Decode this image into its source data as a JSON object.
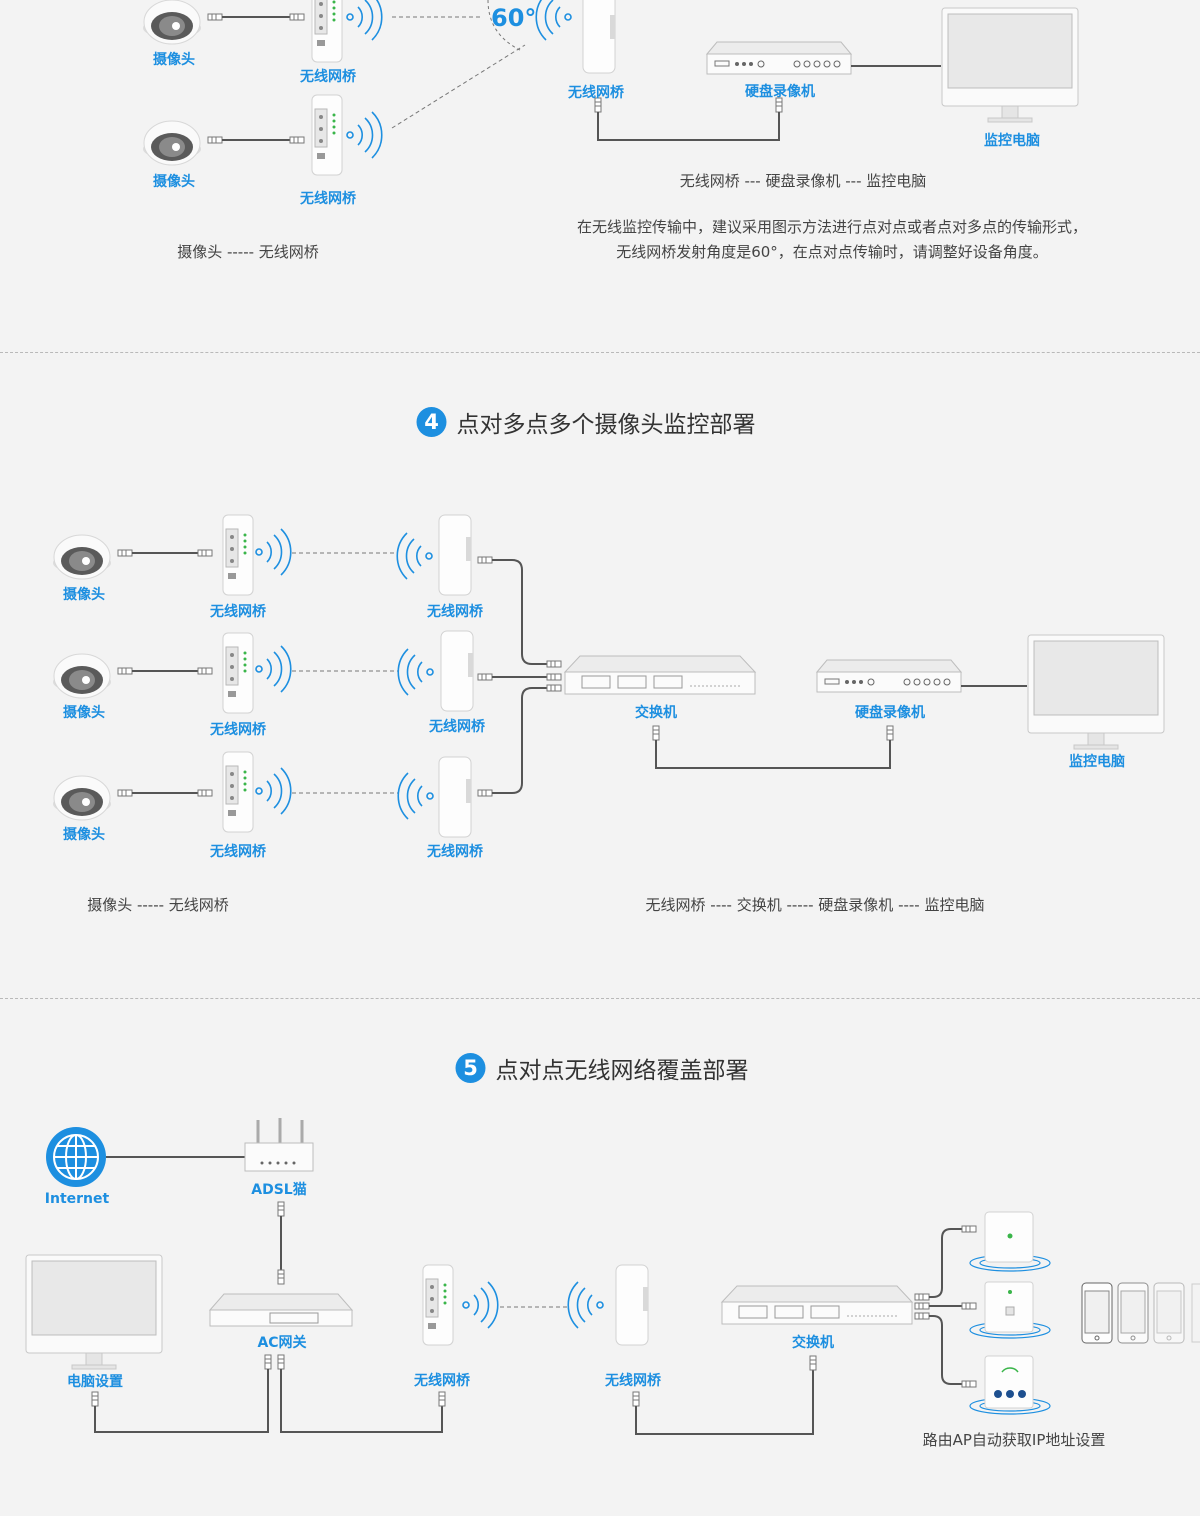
{
  "section3": {
    "angle_label": "60°",
    "labels": {
      "camera_a": "摄像头",
      "camera_b": "摄像头",
      "bridge_a": "无线网桥",
      "bridge_b": "无线网桥",
      "bridge_rx": "无线网桥",
      "nvr": "硬盘录像机",
      "pc": "监控电脑"
    },
    "caption_left": "摄像头  -----  无线网桥",
    "caption_right": "无线网桥 --- 硬盘录像机  --- 监控电脑",
    "note_line1": "在无线监控传输中，建议采用图示方法进行点对点或者点对多点的传输形式，",
    "note_line2": "无线网桥发射角度是60°，在点对点传输时，请调整好设备角度。"
  },
  "section4": {
    "number": "4",
    "title": "点对多点多个摄像头监控部署",
    "labels": {
      "camera_1": "摄像头",
      "camera_2": "摄像头",
      "camera_3": "摄像头",
      "bridge_tx_1": "无线网桥",
      "bridge_tx_2": "无线网桥",
      "bridge_tx_3": "无线网桥",
      "bridge_rx_1": "无线网桥",
      "bridge_rx_2": "无线网桥",
      "bridge_rx_3": "无线网桥",
      "switch": "交换机",
      "nvr": "硬盘录像机",
      "pc": "监控电脑"
    },
    "caption_left": "摄像头  -----  无线网桥",
    "caption_right": "无线网桥 ---- 交换机 ----- 硬盘录像机  ---- 监控电脑"
  },
  "section5": {
    "number": "5",
    "title": "点对点无线网络覆盖部署",
    "labels": {
      "internet": "Internet",
      "adsl": "ADSL猫",
      "pc": "电脑设置",
      "ac": "AC网关",
      "bridge_tx": "无线网桥",
      "bridge_rx": "无线网桥",
      "switch": "交换机"
    },
    "caption_ap": "路由AP自动获取IP地址设置"
  },
  "colors": {
    "accent": "#1d8fe0",
    "background": "#f3f3f3",
    "cable": "#555555"
  }
}
